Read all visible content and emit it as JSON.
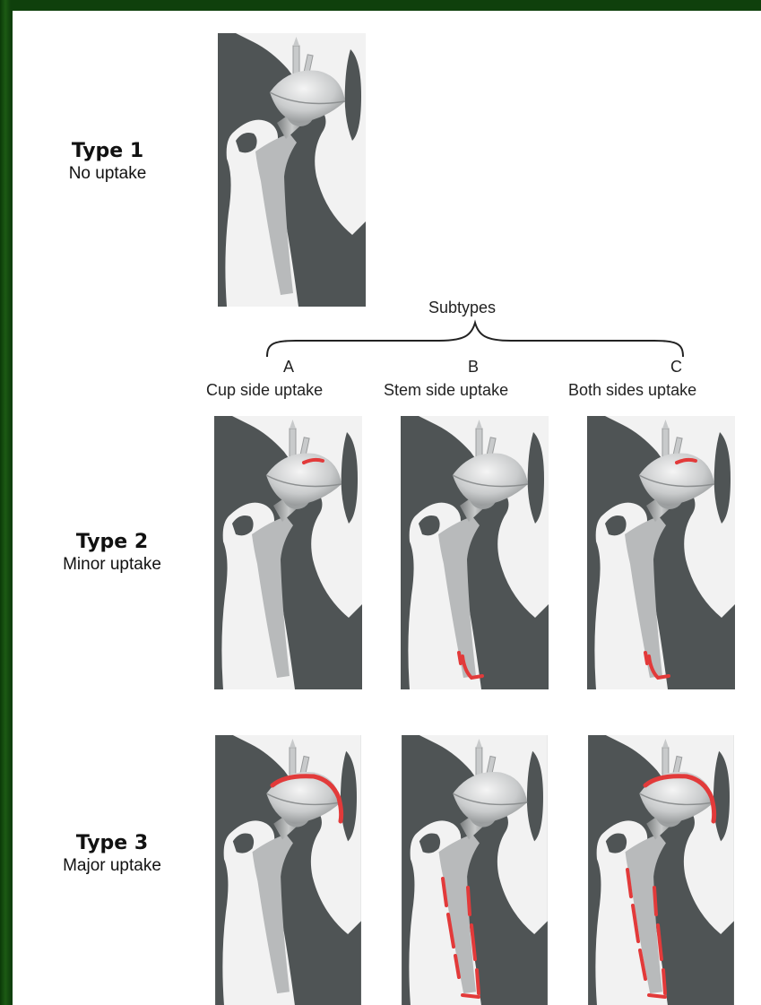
{
  "colors": {
    "frame": "#0f400c",
    "panel": "#ffffff",
    "bone_dark": "#4f5455",
    "bone_light": "#f2f2f2",
    "stem": "#b8babb",
    "uptake": "#e23a3a"
  },
  "rows": [
    {
      "type": "Type 1",
      "desc": "No uptake"
    },
    {
      "type": "Type 2",
      "desc": "Minor uptake"
    },
    {
      "type": "Type 3",
      "desc": "Major uptake"
    }
  ],
  "subtypes_label": "Subtypes",
  "columns": [
    {
      "letter": "A",
      "desc": "Cup side uptake"
    },
    {
      "letter": "B",
      "desc": "Stem side uptake"
    },
    {
      "letter": "C",
      "desc": "Both sides uptake"
    }
  ]
}
